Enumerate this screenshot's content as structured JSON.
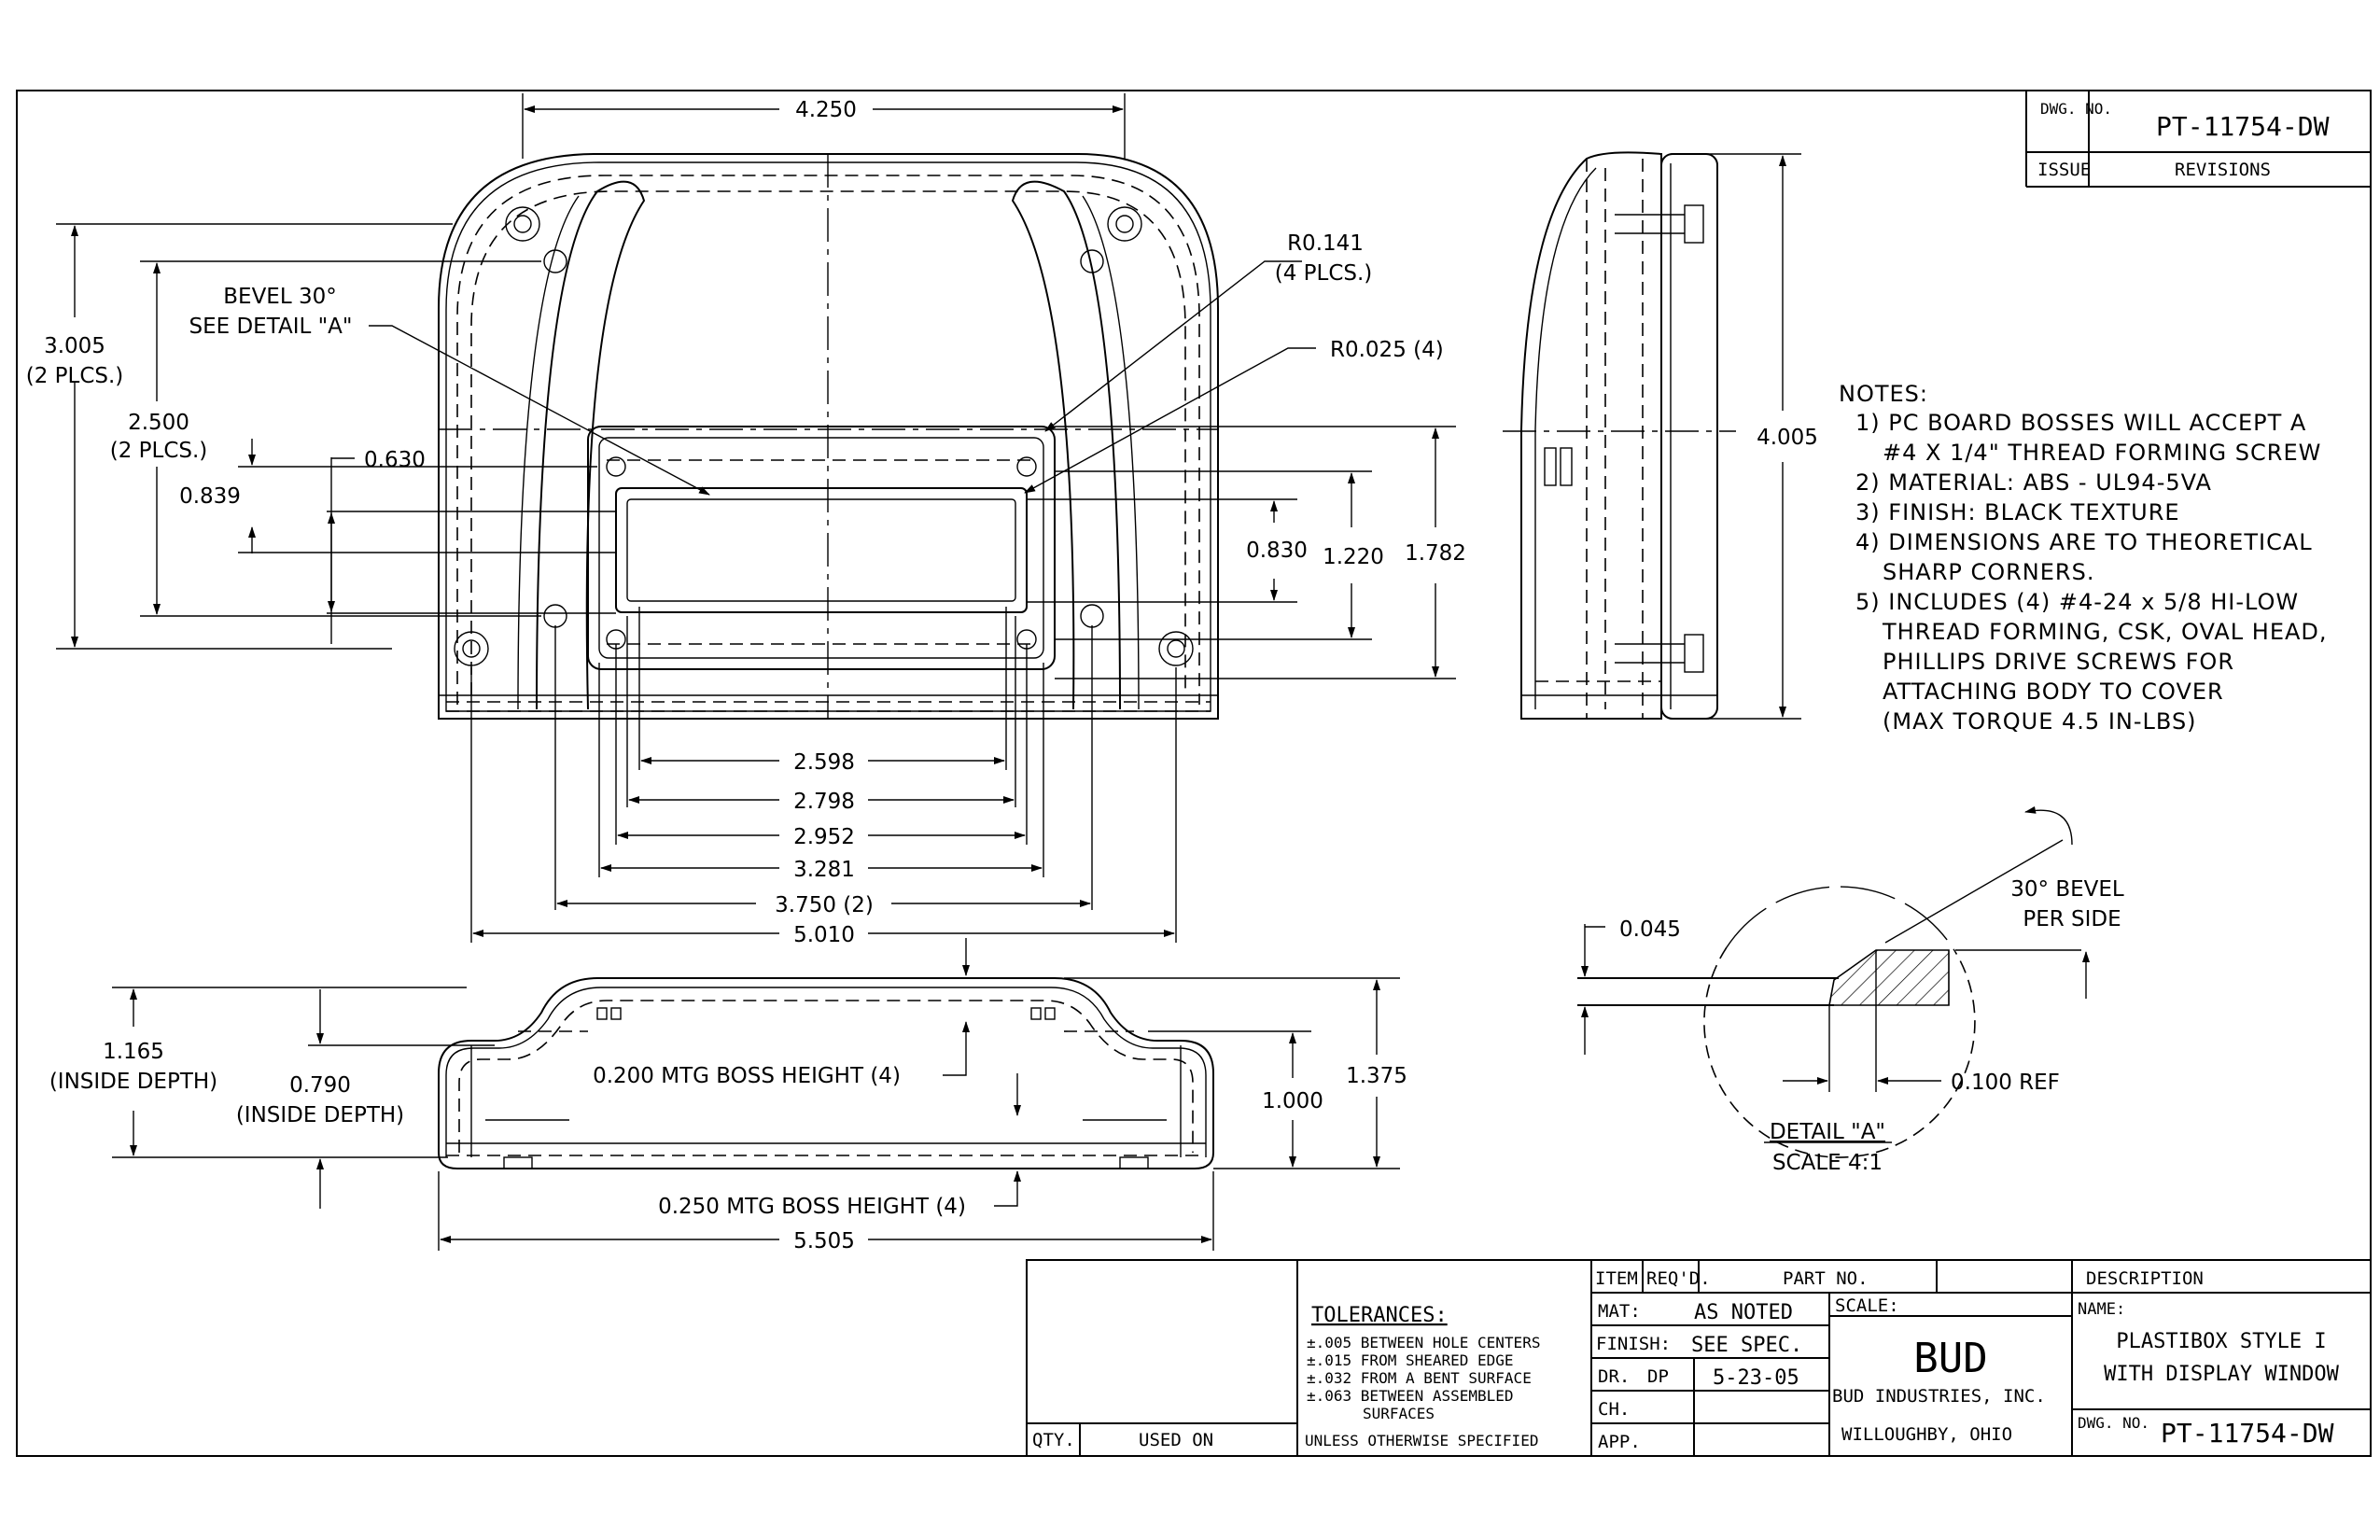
{
  "drawing": {
    "dwg_no_label": "DWG. NO.",
    "dwg_no": "PT-11754-DW",
    "issue_label": "ISSUE",
    "revisions_label": "REVISIONS"
  },
  "front_view": {
    "dims": {
      "width_top": "4.250",
      "h3005": "3.005",
      "h3005_note": "(2 PLCS.)",
      "h2500": "2.500",
      "h2500_note": "(2 PLCS.)",
      "d0630": "0.630",
      "d0839": "0.839",
      "bevel": "BEVEL 30°",
      "bevel_note": "SEE DETAIL \"A\"",
      "r0141": "R0.141",
      "r0141_note": "(4 PLCS.)",
      "r0025": "R0.025 (4)",
      "d0830": "0.830",
      "d1220": "1.220",
      "d1782": "1.782",
      "w2598": "2.598",
      "w2798": "2.798",
      "w2952": "2.952",
      "w3281": "3.281",
      "w3750": "3.750 (2)",
      "w5010": "5.010"
    }
  },
  "side_view": {
    "height": "4.005"
  },
  "bottom_view": {
    "dims": {
      "d1165": "1.165",
      "d1165_note": "(INSIDE DEPTH)",
      "d0790": "0.790",
      "d0790_note": "(INSIDE DEPTH)",
      "boss200": "0.200 MTG BOSS HEIGHT (4)",
      "boss250": "0.250 MTG BOSS HEIGHT (4)",
      "d1000": "1.000",
      "d1375": "1.375",
      "w5505": "5.505"
    }
  },
  "notes": {
    "title": "NOTES:",
    "lines": [
      "1) PC BOARD BOSSES WILL ACCEPT A",
      "#4 X 1/4\" THREAD FORMING SCREW",
      "2) MATERIAL: ABS - UL94-5VA",
      "3) FINISH: BLACK TEXTURE",
      "4) DIMENSIONS ARE TO THEORETICAL",
      "SHARP CORNERS.",
      "5) INCLUDES (4) #4-24 x 5/8 HI-LOW",
      "THREAD FORMING, CSK, OVAL HEAD,",
      "PHILLIPS DRIVE SCREWS FOR",
      "ATTACHING BODY TO COVER",
      "(MAX TORQUE 4.5 IN-LBS)"
    ]
  },
  "detail": {
    "d0045": "0.045",
    "bevel": "30° BEVEL",
    "bevel2": "PER SIDE",
    "ref": "0.100 REF",
    "title": "DETAIL \"A\"",
    "scale": "SCALE 4:1"
  },
  "title_block": {
    "item": "ITEM",
    "reqd": "REQ'D.",
    "part_no": "PART NO.",
    "description": "DESCRIPTION",
    "tolerances": "TOLERANCES:",
    "tol_lines": [
      "±.005 BETWEEN HOLE CENTERS",
      "±.015 FROM SHEARED EDGE",
      "±.032 FROM A BENT SURFACE",
      "±.063 BETWEEN ASSEMBLED",
      "SURFACES"
    ],
    "unless": "UNLESS OTHERWISE SPECIFIED",
    "qty": "QTY.",
    "used_on": "USED ON",
    "mat_label": "MAT:",
    "mat_value": "AS NOTED",
    "finish_label": "FINISH:",
    "finish_value": "SEE SPEC.",
    "dr_label": "DR.",
    "dr_value": "DP",
    "date": "5-23-05",
    "ch_label": "CH.",
    "app_label": "APP.",
    "scale_label": "SCALE:",
    "logo": "BUD",
    "company": "BUD INDUSTRIES, INC.",
    "city": "WILLOUGHBY, OHIO",
    "name_label": "NAME:",
    "name1": "PLASTIBOX STYLE I",
    "name2": "WITH DISPLAY WINDOW",
    "dwg_label": "DWG. NO.",
    "dwg_no": "PT-11754-DW"
  }
}
